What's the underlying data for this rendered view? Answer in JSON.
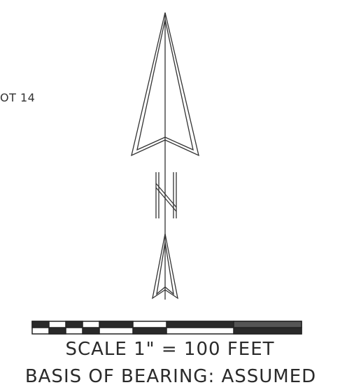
{
  "lot_label": "OT 14",
  "north_symbol_letter": "N",
  "scale_text": "SCALE 1\" = 100 FEET",
  "basis_text": "BASIS OF BEARING: ASSUMED",
  "colors": {
    "ink": "#2a2a2a",
    "paper": "#ffffff"
  }
}
